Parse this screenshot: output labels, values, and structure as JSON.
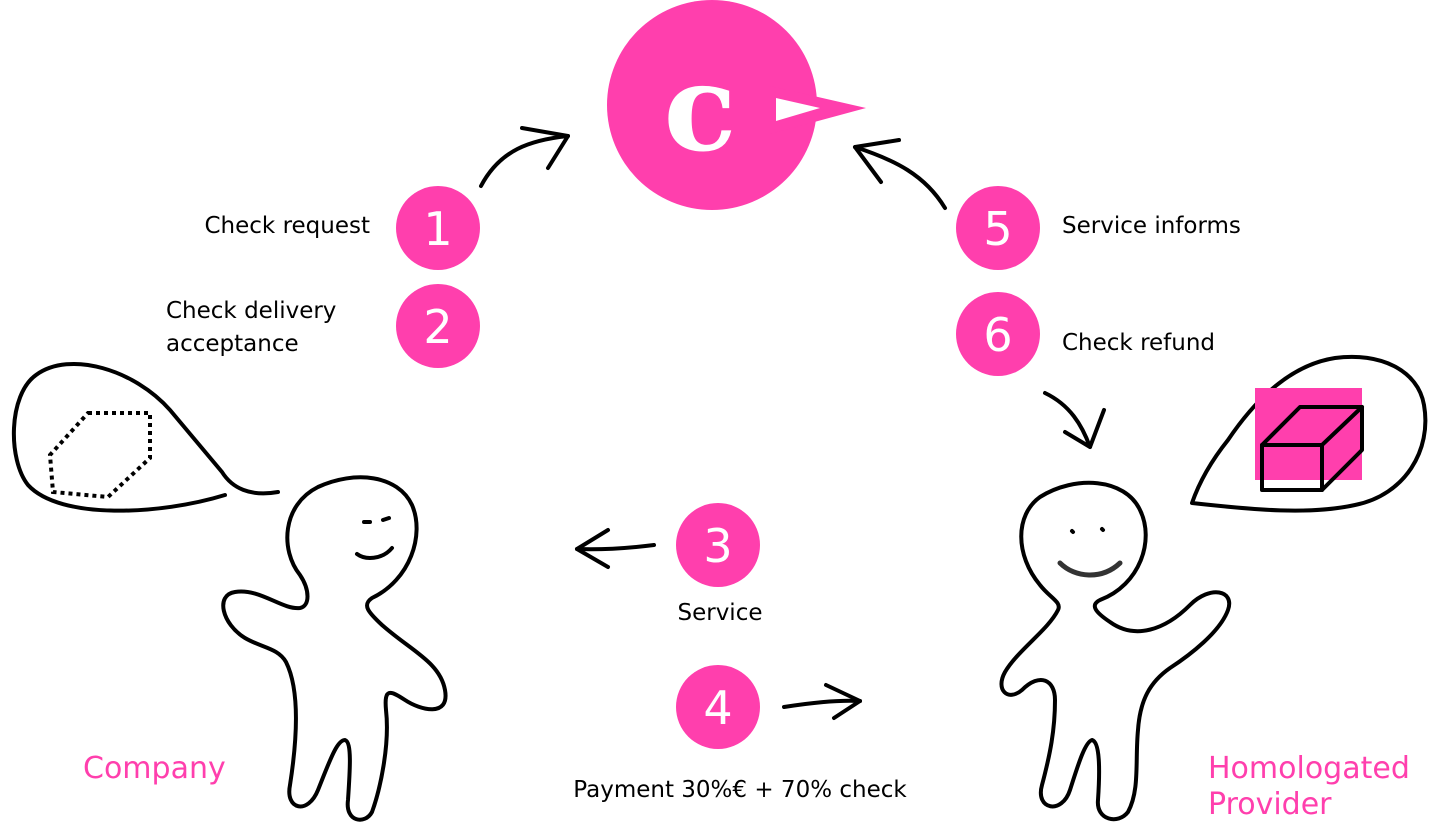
{
  "colors": {
    "accent": "#ff3fad",
    "ink": "#000000",
    "background": "#ffffff"
  },
  "logo": {
    "letter": "c",
    "icon": "megaphone-logo"
  },
  "steps": [
    {
      "number": "1",
      "label": "Check request"
    },
    {
      "number": "2",
      "label_lines": [
        "Check delivery",
        "acceptance"
      ]
    },
    {
      "number": "3",
      "label": "Service"
    },
    {
      "number": "4",
      "label": "Payment 30%€ + 70% check"
    },
    {
      "number": "5",
      "label": "Service informs"
    },
    {
      "number": "6",
      "label": "Check refund"
    }
  ],
  "actors": {
    "company": {
      "label": "Company",
      "thought_icon": "dotted-hexagon"
    },
    "provider": {
      "label_lines": [
        "Homologated",
        "Provider"
      ],
      "thought_icon": "box-icon"
    }
  }
}
